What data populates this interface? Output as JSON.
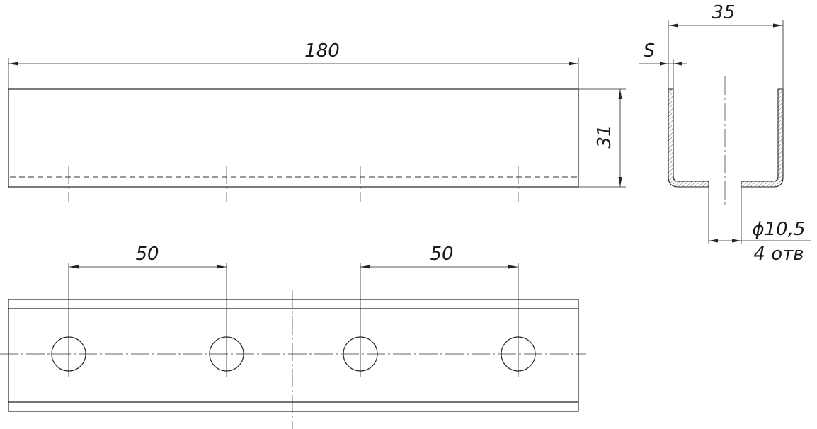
{
  "dimensions": {
    "length": "180",
    "height": "31",
    "width": "35",
    "thickness": "S",
    "hole_spacing_left": "50",
    "hole_spacing_right": "50",
    "hole_diameter": "ϕ10,5",
    "hole_count": "4 отв"
  }
}
